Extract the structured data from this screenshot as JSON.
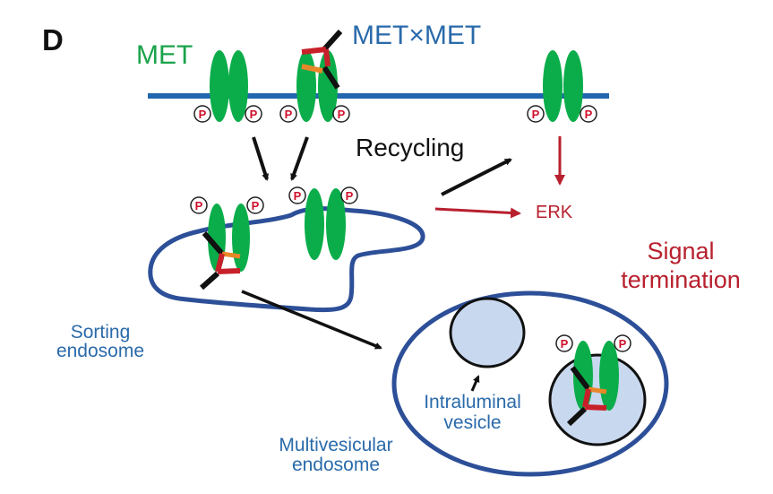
{
  "figure": {
    "panel_label": "D",
    "colors": {
      "membrane": "#2167b0",
      "endosome": "#2c4f98",
      "receptor": "#0aad4a",
      "antibody_arm": "#111111",
      "antibody_red": "#c8202a",
      "antibody_orange": "#e8872a",
      "phospho": "#d0102a",
      "signal": "#b8202e",
      "vesicle_fill": "#c8d8ee",
      "label_blue": "#2a6aaa",
      "label_green": "#1aa34a"
    },
    "labels": {
      "met": "MET",
      "metxmet": "MET×MET",
      "recycling": "Recycling",
      "erk": "ERK",
      "signal_termination_line1": "Signal",
      "signal_termination_line2": "termination",
      "sorting_endosome_line1": "Sorting",
      "sorting_endosome_line2": "endosome",
      "intraluminal_vesicle_line1": "Intraluminal",
      "intraluminal_vesicle_line2": "vesicle",
      "multivesicular_endosome_line1": "Multivesicular",
      "multivesicular_endosome_line2": "endosome",
      "phospho_symbol": "P"
    }
  }
}
